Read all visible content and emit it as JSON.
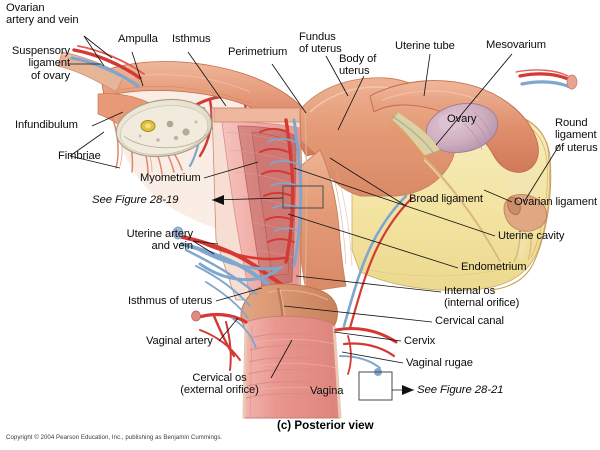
{
  "figure": {
    "caption": "(c) Posterior view",
    "copyright": "Copyright © 2004 Pearson Education, Inc., publishing as Benjamin Cummings.",
    "cross_references": [
      {
        "text": "See Figure 28-19"
      },
      {
        "text": "See Figure 28-21"
      }
    ]
  },
  "labels": {
    "ovarian_artery_vein": "Ovarian\nartery and vein",
    "suspensory_ligament": "Suspensory\nligament\nof ovary",
    "infundibulum": "Infundibulum",
    "fimbriae": "Fimbriae",
    "ampulla": "Ampulla",
    "isthmus": "Isthmus",
    "perimetrium": "Perimetrium",
    "fundus_of_uterus": "Fundus\nof uterus",
    "body_of_uterus": "Body of\nuterus",
    "uterine_tube": "Uterine tube",
    "mesovarium": "Mesovarium",
    "ovary": "Ovary",
    "round_ligament": "Round\nligament\nof uterus",
    "ovarian_ligament": "Ovarian ligament",
    "broad_ligament": "Broad ligament",
    "uterine_cavity": "Uterine cavity",
    "endometrium": "Endometrium",
    "myometrium": "Myometrium",
    "uterine_artery_vein": "Uterine artery\nand vein",
    "isthmus_of_uterus": "Isthmus of uterus",
    "internal_os": "Internal os\n(internal orifice)",
    "cervical_canal": "Cervical canal",
    "cervix": "Cervix",
    "vaginal_rugae": "Vaginal rugae",
    "vaginal_artery": "Vaginal artery",
    "cervical_os": "Cervical os\n(external orifice)",
    "vagina": "Vagina"
  },
  "colors": {
    "artery_red": "#e23b34",
    "vein_blue": "#6f9ec9",
    "broad_ligament_yellow": "#f3e4a6",
    "perimetrium_peach": "#e8a482",
    "myometrium_pink": "#efa7a2",
    "endometrium_rose": "#d8827e",
    "vagina_pink": "#e8968f",
    "ovary_lavender": "#cfaec0",
    "ovary_section_cream": "#e9e3d6",
    "leader_line": "#1a1a1a",
    "background": "#ffffff"
  }
}
